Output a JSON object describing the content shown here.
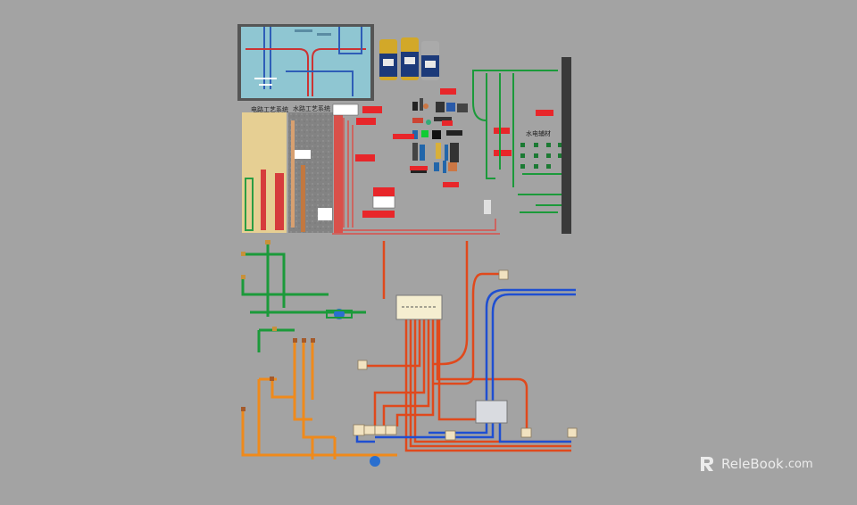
{
  "panel_labels": {
    "electrical": "电路工艺系统",
    "plumbing": "水路工艺系统",
    "materials": "水电辅材"
  },
  "watermark": {
    "brand": "ReleBook",
    "suffix": ".com"
  },
  "colors": {
    "background": "#a3a3a3",
    "red_pipe": "#e0491c",
    "blue_pipe": "#1f4fd1",
    "green_pipe": "#1b9a3a",
    "orange_pipe": "#ef8a1b",
    "tag_red": "#e8262a"
  }
}
